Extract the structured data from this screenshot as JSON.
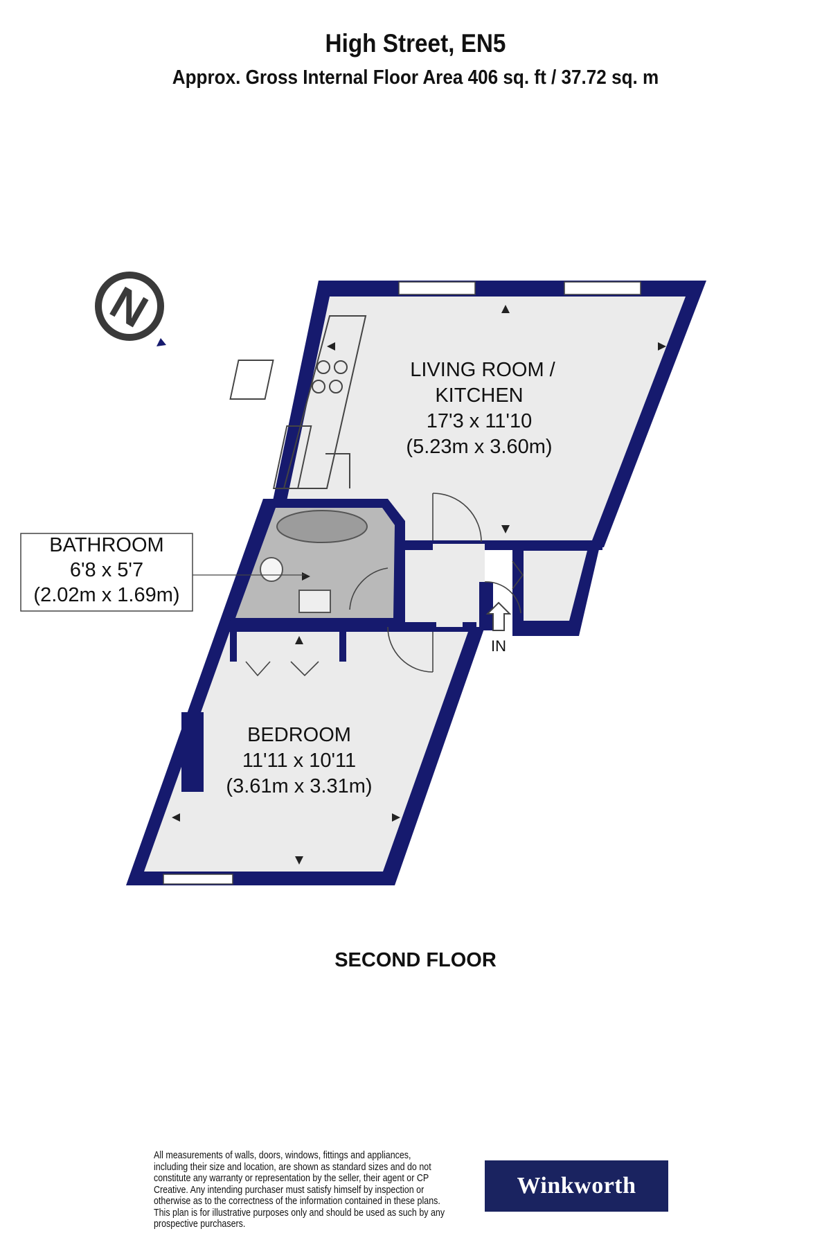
{
  "header": {
    "title": "High Street, EN5",
    "subtitle": "Approx. Gross Internal Floor Area 406 sq. ft / 37.72 sq. m"
  },
  "rooms": {
    "living": {
      "line1": "LIVING ROOM /",
      "line2": "KITCHEN",
      "imperial": "17'3 x 11'10",
      "metric": "(5.23m x 3.60m)"
    },
    "bathroom": {
      "name": "BATHROOM",
      "imperial": "6'8 x 5'7",
      "metric": "(2.02m x 1.69m)"
    },
    "bedroom": {
      "name": "BEDROOM",
      "imperial": "11'11 x 10'11",
      "metric": "(3.61m x 3.31m)"
    }
  },
  "entrance_label": "IN",
  "floor_label": "SECOND FLOOR",
  "disclaimer": "All measurements of walls, doors, windows, fittings and appliances, including their size and location, are shown as standard sizes and do not constitute any warranty or representation by the seller, their agent or CP Creative. Any intending purchaser must satisfy himself by inspection or otherwise as to the correctness of the information contained in these plans. This plan is for illustrative purposes only and should be used as such by any prospective purchasers.",
  "brand": "Winkworth",
  "compass": {
    "letter": "N"
  },
  "colors": {
    "wall": "#161a6e",
    "floor": "#ebebeb",
    "bathroom_floor": "#b9b9b9",
    "brand_bg": "#1a2360"
  }
}
